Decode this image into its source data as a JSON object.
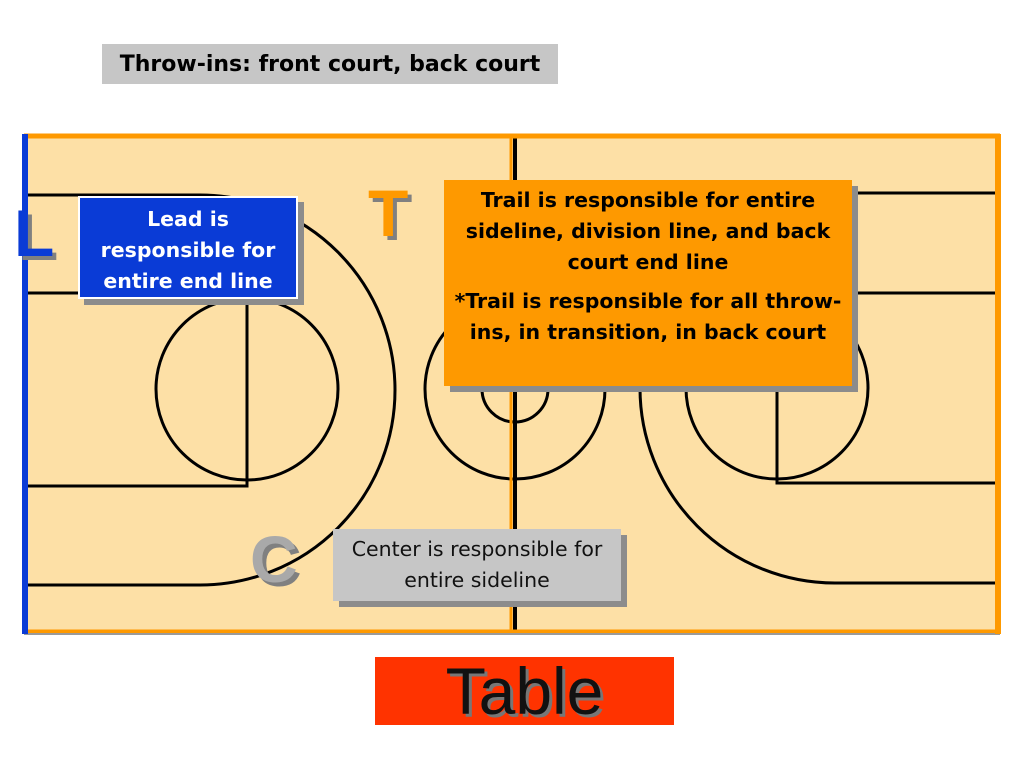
{
  "title": "Throw-ins: front court, back court",
  "officials": {
    "lead_letter": "L",
    "trail_letter": "T",
    "center_letter": "C"
  },
  "callouts": {
    "lead": "Lead is responsible for entire end line",
    "trail_1": "Trail is responsible for entire sideline, division line, and back court end line",
    "trail_2": "*Trail is responsible for all throw-ins, in transition, in back court",
    "center": "Center is responsible for entire sideline"
  },
  "table_label": "Table",
  "colors": {
    "court_floor": "#fde0a6",
    "lead_blue": "#0a3bd6",
    "trail_orange": "#fe9900",
    "center_gray": "#c6c6c6",
    "table_red": "#ff3300"
  }
}
